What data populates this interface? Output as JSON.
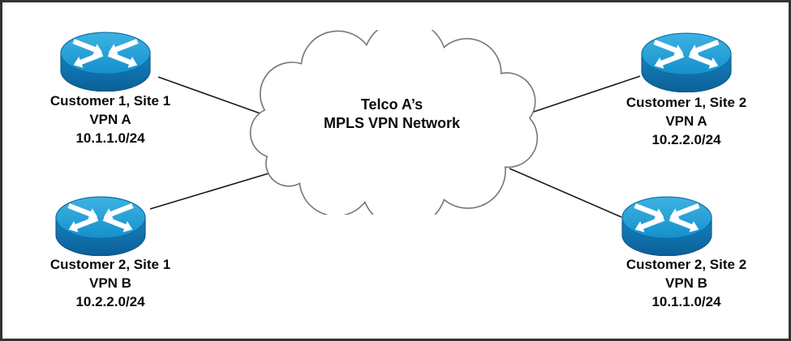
{
  "cloud": {
    "line1": "Telco A’s",
    "line2": "MPLS VPN Network"
  },
  "nodes": [
    {
      "id": "customer1-site1",
      "line1": "Customer 1, Site 1",
      "line2": "VPN A",
      "line3": "10.1.1.0/24"
    },
    {
      "id": "customer2-site1",
      "line1": "Customer 2, Site 1",
      "line2": "VPN B",
      "line3": "10.2.2.0/24"
    },
    {
      "id": "customer1-site2",
      "line1": "Customer 1, Site 2",
      "line2": "VPN A",
      "line3": "10.2.2.0/24"
    },
    {
      "id": "customer2-site2",
      "line1": "Customer 2, Site 2",
      "line2": "VPN B",
      "line3": "10.1.1.0/24"
    }
  ],
  "icons": {
    "router": "cisco-router-icon",
    "cloud": "network-cloud-shape"
  },
  "colors": {
    "router_top": "#21a0da",
    "router_body": "#0f6ca8",
    "arrow": "#ffffff",
    "connection_line": "#1b1b1b",
    "cloud_outline": "#777777",
    "frame_border": "#333333",
    "text": "#0b0b0b",
    "background": "#ffffff"
  }
}
